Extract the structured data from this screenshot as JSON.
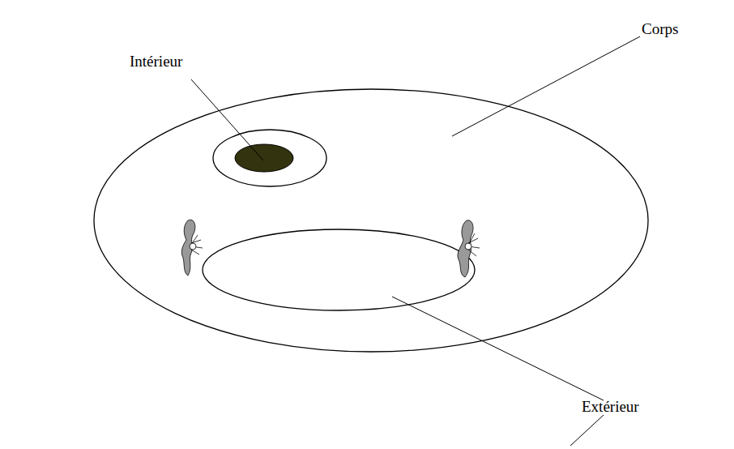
{
  "diagram": {
    "labels": [
      "Corps",
      "Intérieur",
      "Extérieur"
    ]
  }
}
